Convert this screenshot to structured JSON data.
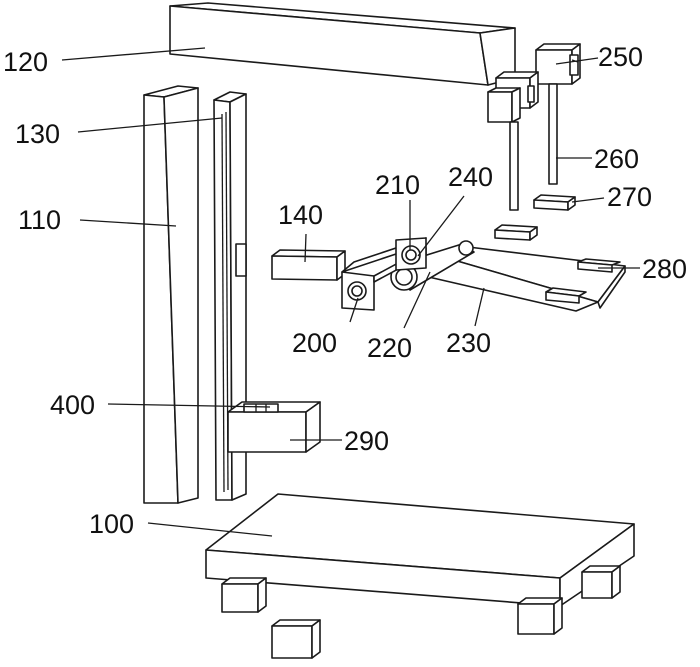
{
  "labels": {
    "l100": "100",
    "l110": "110",
    "l120": "120",
    "l130": "130",
    "l140": "140",
    "l200": "200",
    "l210": "210",
    "l220": "220",
    "l230": "230",
    "l240": "240",
    "l250": "250",
    "l260": "260",
    "l270": "270",
    "l280": "280",
    "l290": "290",
    "l400": "400"
  }
}
